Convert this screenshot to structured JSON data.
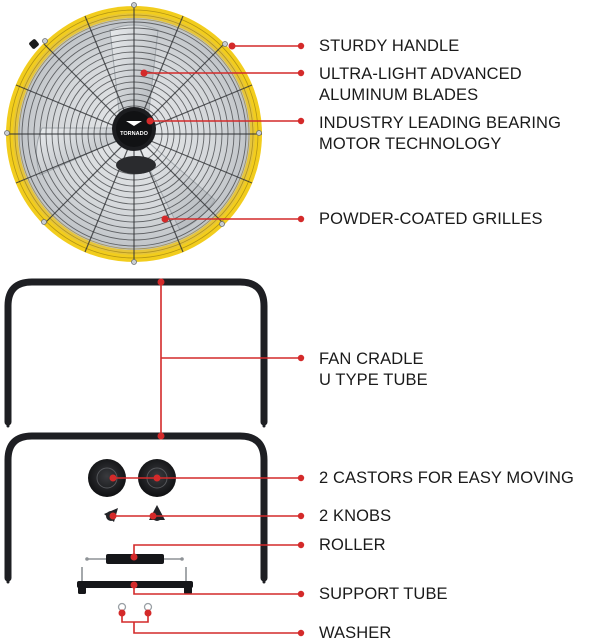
{
  "product": {
    "brand_logo_text": "TORNADO"
  },
  "colors": {
    "callout_red": "#d42a2a",
    "fan_yellow": "#f2cd1d",
    "tube_black": "#1e1f23",
    "text": "#1a1a1a"
  },
  "callouts": [
    {
      "id": "handle",
      "lines": [
        "STURDY HANDLE"
      ]
    },
    {
      "id": "blades",
      "lines": [
        "ULTRA-LIGHT ADVANCED",
        "ALUMINUM BLADES"
      ]
    },
    {
      "id": "motor",
      "lines": [
        "INDUSTRY LEADING BEARING",
        "MOTOR TECHNOLOGY"
      ]
    },
    {
      "id": "grilles",
      "lines": [
        "POWDER-COATED GRILLES"
      ]
    },
    {
      "id": "cradle",
      "lines": [
        "FAN CRADLE",
        "U TYPE TUBE"
      ]
    },
    {
      "id": "castors",
      "lines": [
        "2 CASTORS FOR EASY MOVING"
      ]
    },
    {
      "id": "knobs",
      "lines": [
        "2 KNOBS"
      ]
    },
    {
      "id": "roller",
      "lines": [
        "ROLLER"
      ]
    },
    {
      "id": "support",
      "lines": [
        "SUPPORT TUBE"
      ]
    },
    {
      "id": "washer",
      "lines": [
        "WASHER"
      ]
    }
  ]
}
